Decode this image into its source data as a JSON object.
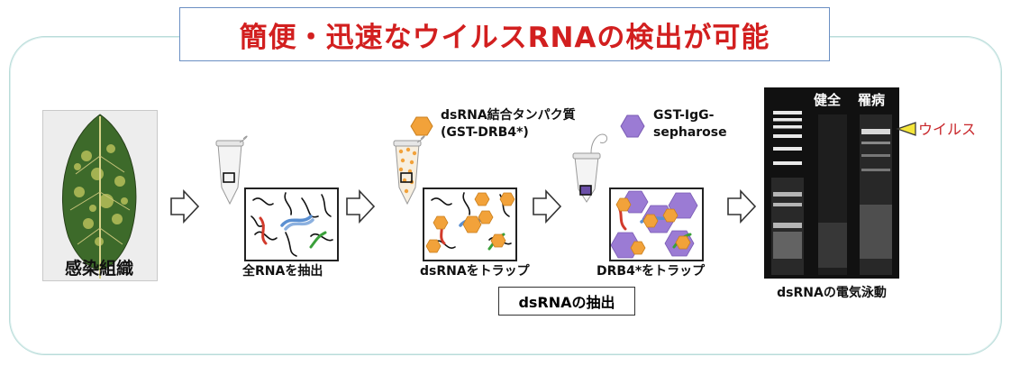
{
  "title": "簡便・迅速なウイルスRNAの検出が可能",
  "steps": {
    "infected_tissue": "感染組織",
    "total_rna": "全RNAを抽出",
    "trap_dsrna": "dsRNAをトラップ",
    "trap_drb4": "DRB4*をトラップ"
  },
  "legend": {
    "binding_protein_line1": "dsRNA結合タンパク質",
    "binding_protein_line2": "(GST-DRB4*)",
    "sepharose_line1": "GST-IgG-",
    "sepharose_line2": "sepharose"
  },
  "extraction_label": "dsRNAの抽出",
  "gel": {
    "lane_healthy": "健全",
    "lane_diseased": "罹病",
    "caption": "dsRNAの電気泳動",
    "virus_label": "ウイルス"
  },
  "colors": {
    "title_red": "#d21f1f",
    "frame": "#b9dcd9",
    "orange_hexagon": "#f2a23a",
    "purple_hexagon": "#9b7bd4",
    "virus_label": "#c8262a"
  }
}
